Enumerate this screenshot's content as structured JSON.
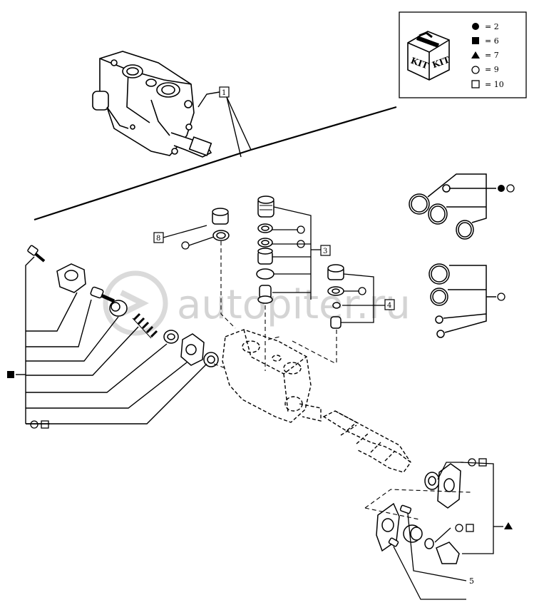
{
  "legend": {
    "kit_label_1": "KIT",
    "kit_label_2": "KIT",
    "rows": [
      {
        "symbol": "filled-circle",
        "text": "= 2"
      },
      {
        "symbol": "filled-square",
        "text": "= 6"
      },
      {
        "symbol": "filled-triangle",
        "text": "= 7"
      },
      {
        "symbol": "open-circle",
        "text": "= 9"
      },
      {
        "symbol": "open-square",
        "text": "= 10"
      }
    ]
  },
  "callouts": {
    "ref_1": "1",
    "ref_8": "8",
    "ref_3": "3",
    "ref_4": "4",
    "ref_5": "5"
  },
  "watermark": "autopiter.ru",
  "colors": {
    "ink": "#000000",
    "watermark": "#d4d4d4"
  }
}
